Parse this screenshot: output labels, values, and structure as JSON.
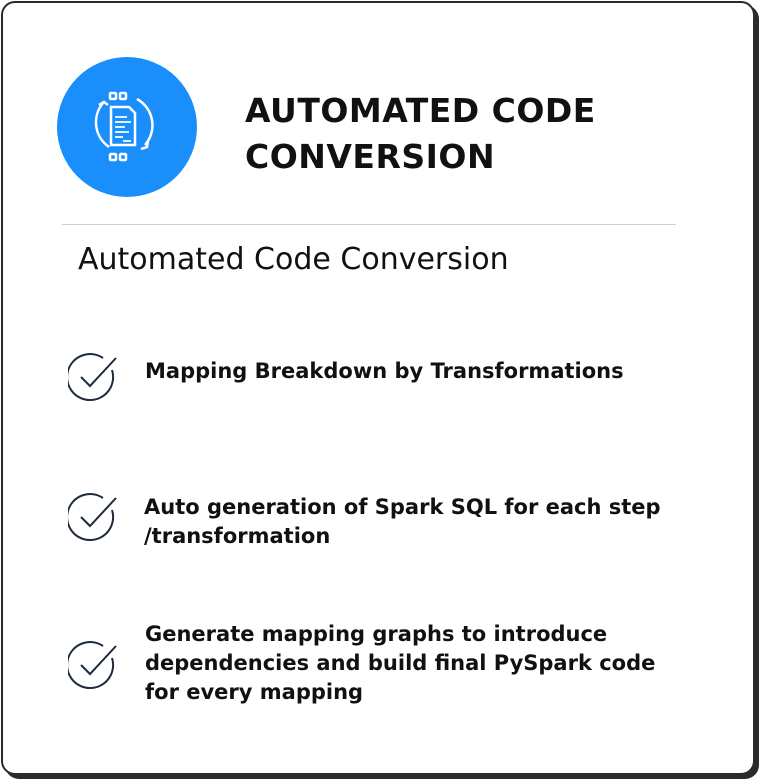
{
  "header": {
    "icon": "code-conversion-icon",
    "title_line1": "AUTOMATED CODE",
    "title_line2": "CONVERSION",
    "accent": "#1a8ffb"
  },
  "subtitle": "Automated Code Conversion",
  "items": [
    {
      "icon": "check-circle-icon",
      "lines": [
        "Mapping Breakdown by Transformations"
      ]
    },
    {
      "icon": "check-circle-icon",
      "lines": [
        "Auto generation of Spark SQL for each step",
        "/transformation"
      ]
    },
    {
      "icon": "check-circle-icon",
      "lines": [
        "Generate mapping graphs to introduce",
        "dependencies and build final PySpark code",
        "for every mapping"
      ]
    }
  ]
}
